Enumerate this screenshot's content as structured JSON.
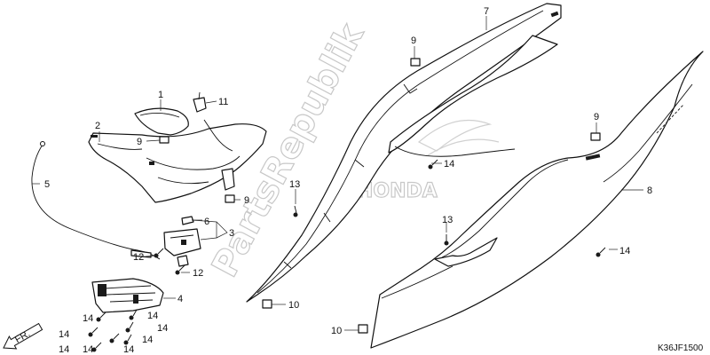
{
  "diagram": {
    "callouts": {
      "c1": "1",
      "c2": "2",
      "c3": "3",
      "c4": "4",
      "c5": "5",
      "c6": "6",
      "c7": "7",
      "c8": "8",
      "c9a": "9",
      "c9b": "9",
      "c9c": "9",
      "c9d": "9",
      "c10a": "10",
      "c10b": "10",
      "c11": "11",
      "c12a": "12",
      "c12b": "12",
      "c13a": "13",
      "c13b": "13",
      "c14a": "14",
      "c14b": "14",
      "c14c": "14",
      "c14d": "14",
      "c14e": "14",
      "c14f": "14",
      "c14g": "14",
      "c14h": "14",
      "c14i": "14",
      "c14j": "14"
    },
    "direction_label": "FR.",
    "drawing_code": "K36JF1500",
    "watermark": {
      "line1": "PartsRepublik",
      "line2": "HONDA"
    }
  }
}
